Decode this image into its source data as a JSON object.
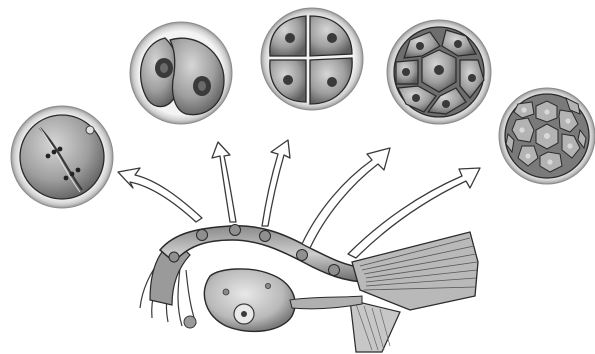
{
  "diagram": {
    "stages": [
      {
        "id": "zygote-division",
        "cells": 2
      },
      {
        "id": "two-cell",
        "cells": 2
      },
      {
        "id": "four-cell",
        "cells": 4
      },
      {
        "id": "eight-cell",
        "cells": 8
      },
      {
        "id": "morula",
        "cells": 16
      }
    ],
    "arrow_count": 5
  },
  "colors": {
    "background": "#ffffff",
    "ring": "#d2d2d2",
    "cell_fill": "#a8a8a8",
    "cell_dark": "#6e6e6e",
    "nucleus": "#3a3a3a",
    "outline": "#2a2a2a",
    "arrow_fill": "#ffffff"
  }
}
